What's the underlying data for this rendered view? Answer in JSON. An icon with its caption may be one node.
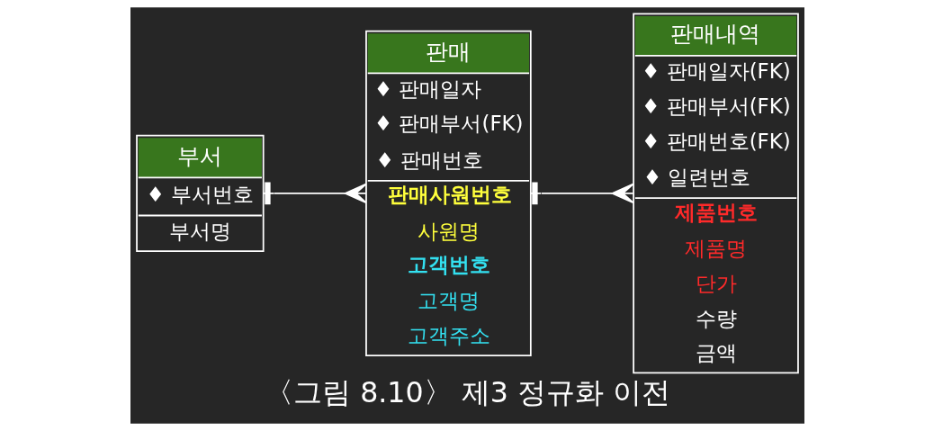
{
  "diagram": {
    "caption": "〈그림 8.10〉 제3 정규화 이전",
    "nodes": [
      {
        "text": [
          "부서",
          "♦ 부서번호",
          "부서명"
        ]
      },
      {
        "text": [
          "판매",
          "♦ 판매일자",
          "♦ 판매부서(FK)",
          "♦ 판매번호",
          "판매사원번호",
          "사원명",
          "고객번호",
          "고객명",
          "고객주소"
        ]
      },
      {
        "text": [
          "판매내역",
          "♦ 판매일자(FK)",
          "♦ 판매부서(FK)",
          "♦ 판매번호(FK)",
          "♦ 일련번호",
          "제품번호",
          "제품명",
          "단가",
          "수량",
          "금액"
        ]
      }
    ],
    "edges": [
      {
        "from": 0,
        "to": 1,
        "arrow": "other"
      },
      {
        "from": 1,
        "to": 2,
        "arrow": "other"
      }
    ]
  }
}
